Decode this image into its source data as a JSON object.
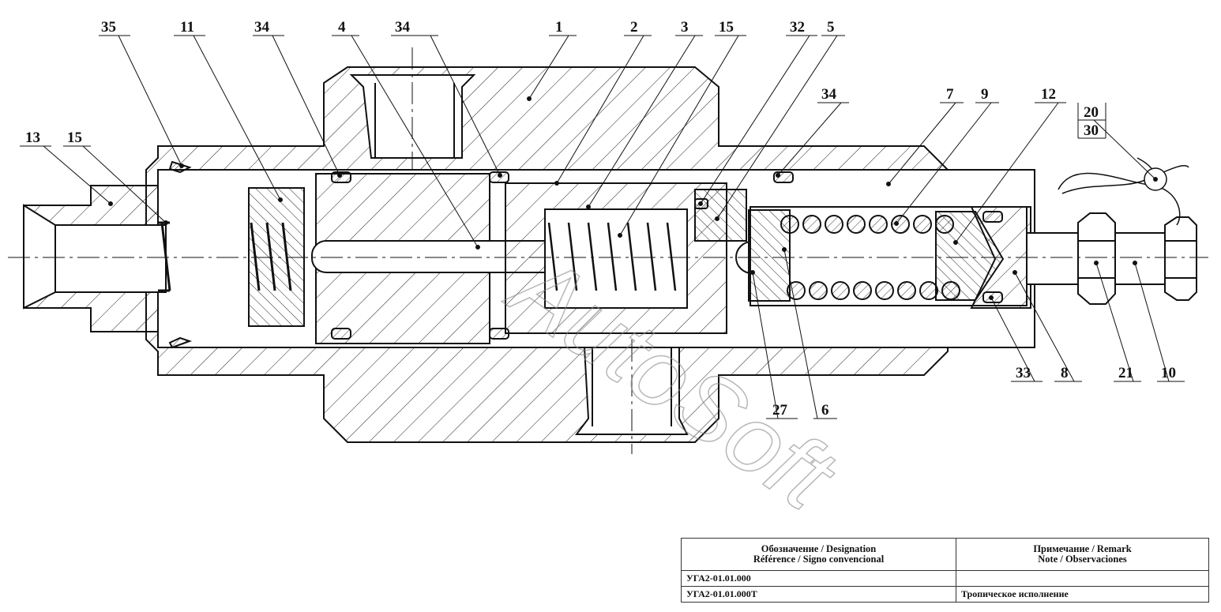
{
  "callouts": {
    "c35": "35",
    "c11": "11",
    "c34a": "34",
    "c4": "4",
    "c34b": "34",
    "c1": "1",
    "c2": "2",
    "c3": "3",
    "c15a": "15",
    "c32": "32",
    "c5": "5",
    "c34c": "34",
    "c7": "7",
    "c9": "9",
    "c12": "12",
    "c20": "20",
    "c30": "30",
    "c13": "13",
    "c15b": "15",
    "c33": "33",
    "c8": "8",
    "c21": "21",
    "c10": "10",
    "c27": "27",
    "c6": "6"
  },
  "watermark": "AutoSoft",
  "table": {
    "header_left_line1": "Обозначение / Designation",
    "header_left_line2": "Référence / Signo convencional",
    "header_right_line1": "Примечание / Remark",
    "header_right_line2": "Note / Observaciones",
    "rows": [
      {
        "designation": "УГА2-01.01.000",
        "remark": ""
      },
      {
        "designation": "УГА2-01.01.000Т",
        "remark": "Тропическое исполнение"
      }
    ]
  },
  "colors": {
    "line": "#111111",
    "background": "#ffffff"
  }
}
